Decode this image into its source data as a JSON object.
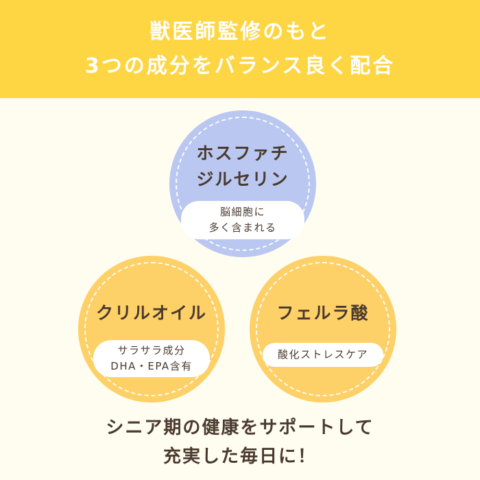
{
  "banner": {
    "line1": "獣医師監修のもと",
    "line2": "3つの成分をバランス良く配合"
  },
  "ingredients": [
    {
      "title_line1": "ホスファチ",
      "title_line2": "ジルセリン",
      "desc_line1": "脳細胞に",
      "desc_line2": "多く含まれる",
      "color": "#b9c7f1"
    },
    {
      "title_line1": "クリルオイル",
      "desc_line1": "サラサラ成分",
      "desc_line2": "DHA・EPA含有",
      "color": "#fdd068"
    },
    {
      "title_line1": "フェルラ酸",
      "desc_line1": "酸化ストレスケア",
      "color": "#fdd068"
    }
  ],
  "footer": {
    "line1": "シニア期の健康をサポートして",
    "line2": "充実した毎日に！"
  },
  "colors": {
    "banner": "#fed542",
    "background": "#fffdf0",
    "text": "#4a3a2e"
  }
}
